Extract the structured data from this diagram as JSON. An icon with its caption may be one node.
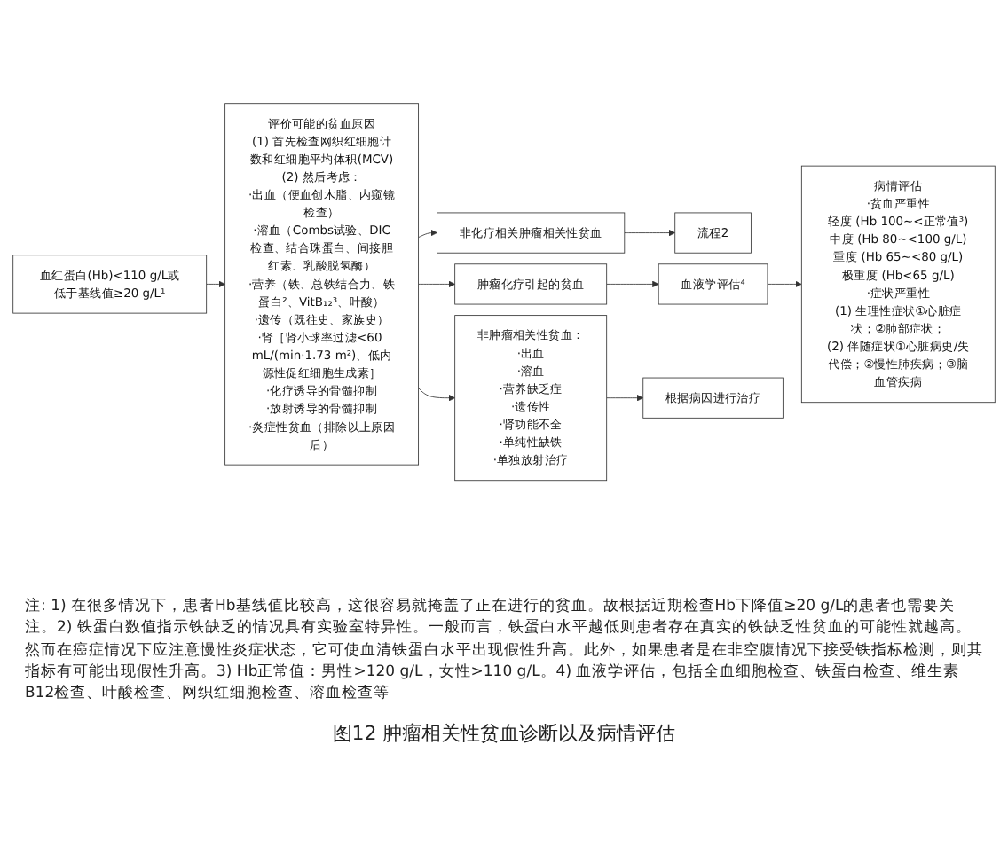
{
  "diagram": {
    "caption": "图12 肿瘤相关性贫血诊断以及病情评估",
    "nodes": [
      {
        "text": [
          "血红蛋白(Hb)<110 g/L或低于基线值≥20 g/L¹"
        ]
      },
      {
        "text": [
          "评价可能的贫血原因",
          "(1) 首先检查网织红细胞计数和红细胞平均体积(MCV)",
          "(2) 然后考虑：",
          "·出血（便血创木脂、内窥镜检查）",
          "·溶血（Combs试验、DIC检查、结合珠蛋白、间接胆红素、乳酸脱氢酶）",
          "·营养（铁、总铁结合力、铁蛋白²、VitB₁₂³、叶酸）",
          "·遗传（既往史、家族史）",
          "·肾［肾小球率过滤<60 mL/(min·1.73 m²)、低内源性促红细胞生成素］",
          "·化疗诱导的骨髓抑制",
          "·放射诱导的骨髓抑制",
          "·炎症性贫血（排除以上原因后）"
        ]
      },
      {
        "text": [
          "非化疗相关肿瘤相关性贫血"
        ]
      },
      {
        "text": [
          "流程2"
        ]
      },
      {
        "text": [
          "肿瘤化疗引起的贫血"
        ]
      },
      {
        "text": [
          "血液学评估⁴"
        ]
      },
      {
        "text": [
          "非肿瘤相关性贫血：",
          "·出血",
          "·溶血",
          "·营养缺乏症",
          "·遗传性",
          "·肾功能不全",
          "·单纯性缺铁",
          "·单独放射治疗"
        ]
      },
      {
        "text": [
          "根据病因进行治疗"
        ]
      },
      {
        "text": [
          "病情评估",
          "·贫血严重性",
          "轻度 (Hb 100~<正常值³)",
          "中度 (Hb 80~<100 g/L)",
          "重度 (Hb 65~<80 g/L)",
          "极重度 (Hb<65 g/L)",
          "·症状严重性",
          "(1) 生理性症状①心脏症状；②肺部症状；",
          "(2) 伴随症状①心脏病史/失代偿；②慢性肺疾病；③脑血管疾病"
        ]
      }
    ],
    "edges": [
      {
        "from": 0,
        "to": 1,
        "arrow": "to"
      },
      {
        "from": 1,
        "to": 2,
        "arrow": "to"
      },
      {
        "from": 1,
        "to": 4,
        "arrow": "to"
      },
      {
        "from": 1,
        "to": 6,
        "arrow": "to"
      },
      {
        "from": 2,
        "to": 3,
        "arrow": "to"
      },
      {
        "from": 4,
        "to": 5,
        "arrow": "to"
      },
      {
        "from": 5,
        "to": 8,
        "arrow": "to"
      },
      {
        "from": 6,
        "to": 7,
        "arrow": "to"
      }
    ],
    "labels": [
      "注: 1) 在很多情况下，患者Hb基线值比较高，这很容易就掩盖了正在进行的贫血。故根据近期检查Hb下降值≥20 g/L的患者也需要关注。2) 铁蛋白数值指示铁缺乏的情况具有实验室特异性。一般而言，铁蛋白水平越低则患者存在真实的铁缺乏性贫血的可能性就越高。然而在癌症情况下应注意慢性炎症状态，它可使血清铁蛋白水平出现假性升高。此外，如果患者是在非空腹情况下接受铁指标检测，则其指标有可能出现假性升高。3) Hb正常值：男性>120 g/L，女性>110 g/L。4) 血液学评估，包括全血细胞检查、铁蛋白检查、维生素B12检查、叶酸检查、网织红细胞检查、溶血检查等"
    ]
  }
}
